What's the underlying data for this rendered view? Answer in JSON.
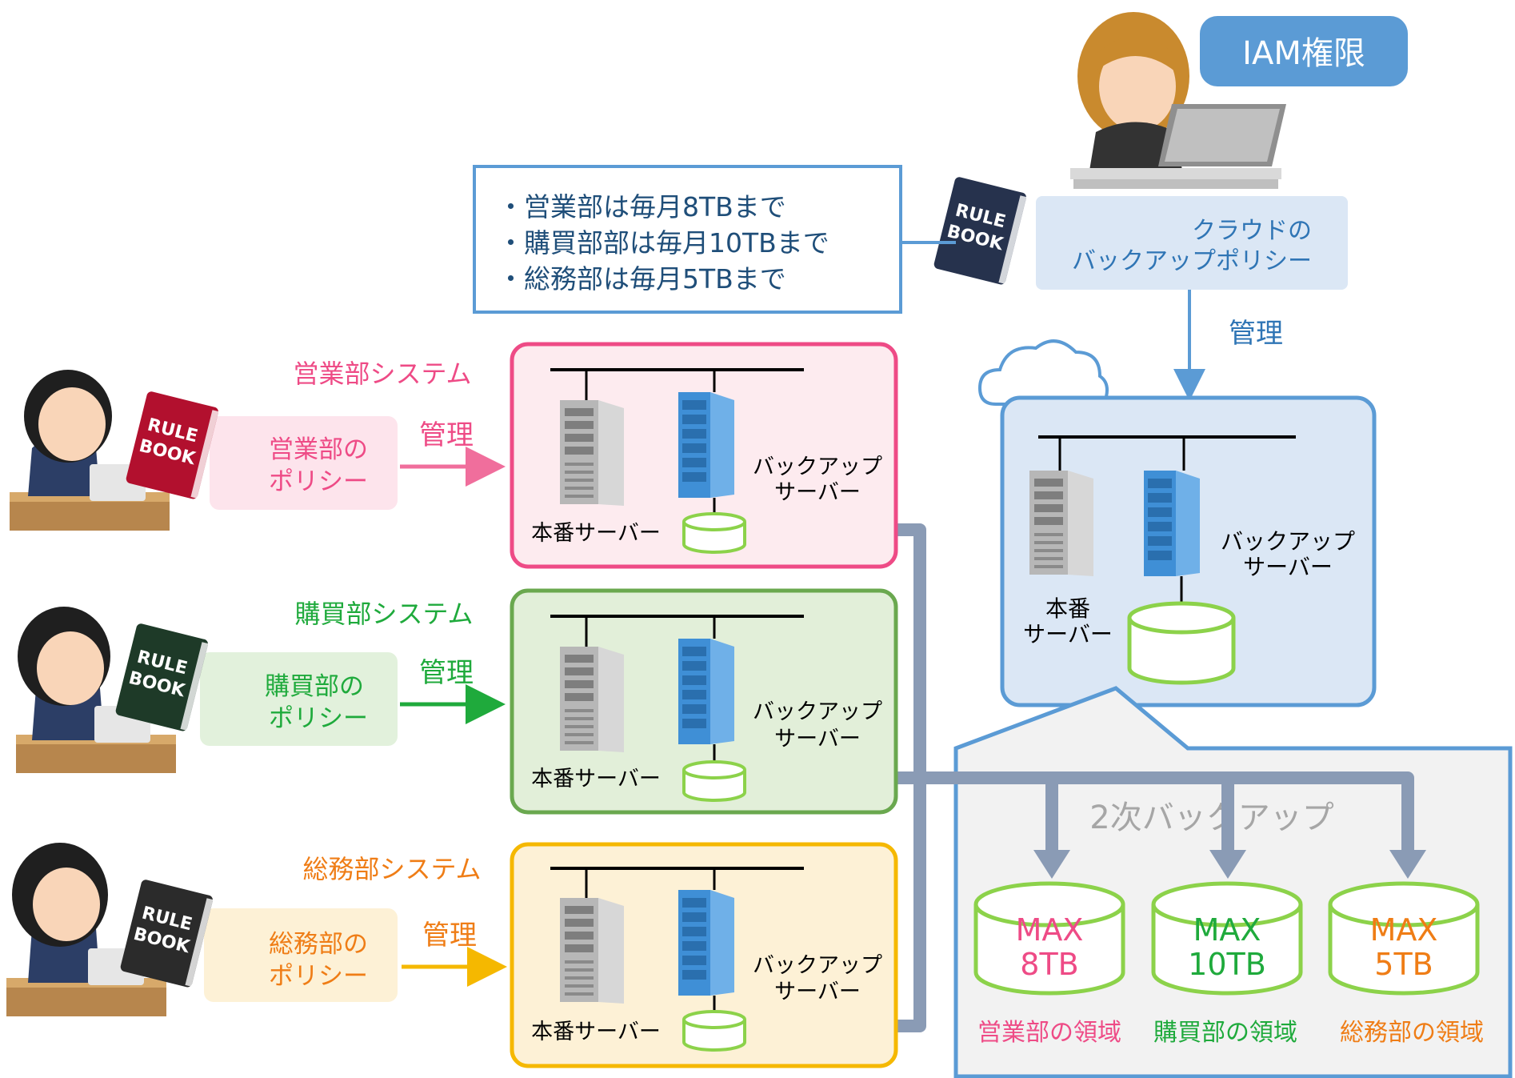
{
  "iam": {
    "label": "IAM権限"
  },
  "policy_box": {
    "lines": [
      "・営業部は毎月8TBまで",
      "・購買部部は毎月10TBまで",
      "・総務部は毎月5TBまで"
    ]
  },
  "rule_book": {
    "line1": "RULE",
    "line2": "BOOK"
  },
  "cloud_policy": {
    "line1": "クラウドの",
    "line2": "バックアップポリシー"
  },
  "manage_label": "管理",
  "departments": [
    {
      "system": "営業部システム",
      "policy_line1": "営業部の",
      "policy_line2": "ポリシー",
      "manage": "管理",
      "region": "営業部の領域",
      "color": "#ee4b86"
    },
    {
      "system": "購買部システム",
      "policy_line1": "購買部の",
      "policy_line2": "ポリシー",
      "manage": "管理",
      "region": "購買部の領域",
      "color": "#1faa3c"
    },
    {
      "system": "総務部システム",
      "policy_line1": "総務部の",
      "policy_line2": "ポリシー",
      "manage": "管理",
      "region": "総務部の領域",
      "color": "#ef7d16"
    }
  ],
  "server_labels": {
    "production": "本番サーバー",
    "backup_line1": "バックアップ",
    "backup_line2": "サーバー",
    "cloud_production_line1": "本番",
    "cloud_production_line2": "サーバー"
  },
  "secondary": {
    "title": "2次バックアップ",
    "cylinders": [
      {
        "line1": "MAX",
        "line2": "8TB"
      },
      {
        "line1": "MAX",
        "line2": "10TB"
      },
      {
        "line1": "MAX",
        "line2": "5TB"
      }
    ]
  },
  "colors": {
    "blue_frame": "#5b9bd5",
    "pink_frame": "#ee4b86",
    "green_frame": "#6aa84f",
    "yellow_frame": "#f5b800",
    "cylinder_green": "#8cd24a",
    "connector": "#8a9bb5"
  }
}
